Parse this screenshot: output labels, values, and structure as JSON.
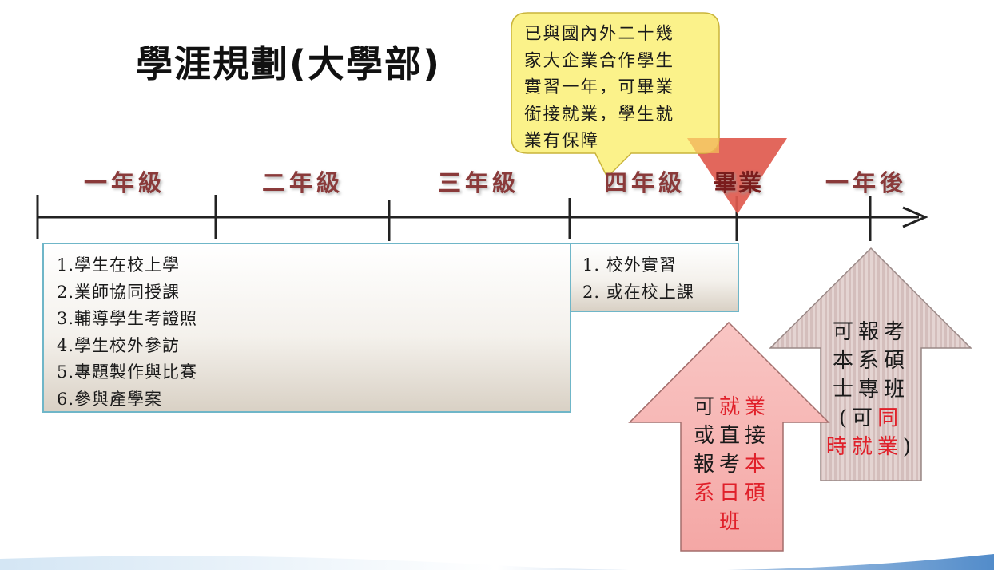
{
  "title": "學涯規劃(大學部)",
  "timeline": {
    "years": [
      "一年級",
      "二年級",
      "三年級",
      "四年級"
    ],
    "graduation": "畢業",
    "after": "一年後"
  },
  "box_school": {
    "items": [
      "1.學生在校上學",
      "2.業師協同授課",
      "3.輔導學生考證照",
      "4.學生校外參訪",
      "5.專題製作與比賽",
      "6.參與產學案"
    ]
  },
  "box_internship": {
    "items": [
      "1. 校外實習",
      "2. 或在校上課"
    ]
  },
  "callout": {
    "lines": [
      "已與國內外二十幾",
      "家大企業合作學生",
      "實習一年，可畢業",
      "銜接就業，學生就",
      "業有保障"
    ]
  },
  "arrow_graduate": {
    "l1a": "可",
    "l1b": "就業",
    "l2": "或直接",
    "l3a": "報考",
    "l3b": "本",
    "l4": "系日碩",
    "l5": "班"
  },
  "arrow_after": {
    "l1": "可報考",
    "l2": "本系碩",
    "l3": "士專班",
    "l4": "(可同",
    "l4a": "(可",
    "l4b": "同",
    "l5a": "時就業",
    "l5b": ")"
  },
  "colors": {
    "year_label": "#8a3a3a",
    "box_border": "#6fb6c8",
    "callout_fill": "#fbf28a",
    "graduation_triangle": "#e05a4e",
    "arrow_pink": "#f7b8b6",
    "arrow_stripe": "#e8d6d4",
    "highlight": "#e0202a"
  }
}
